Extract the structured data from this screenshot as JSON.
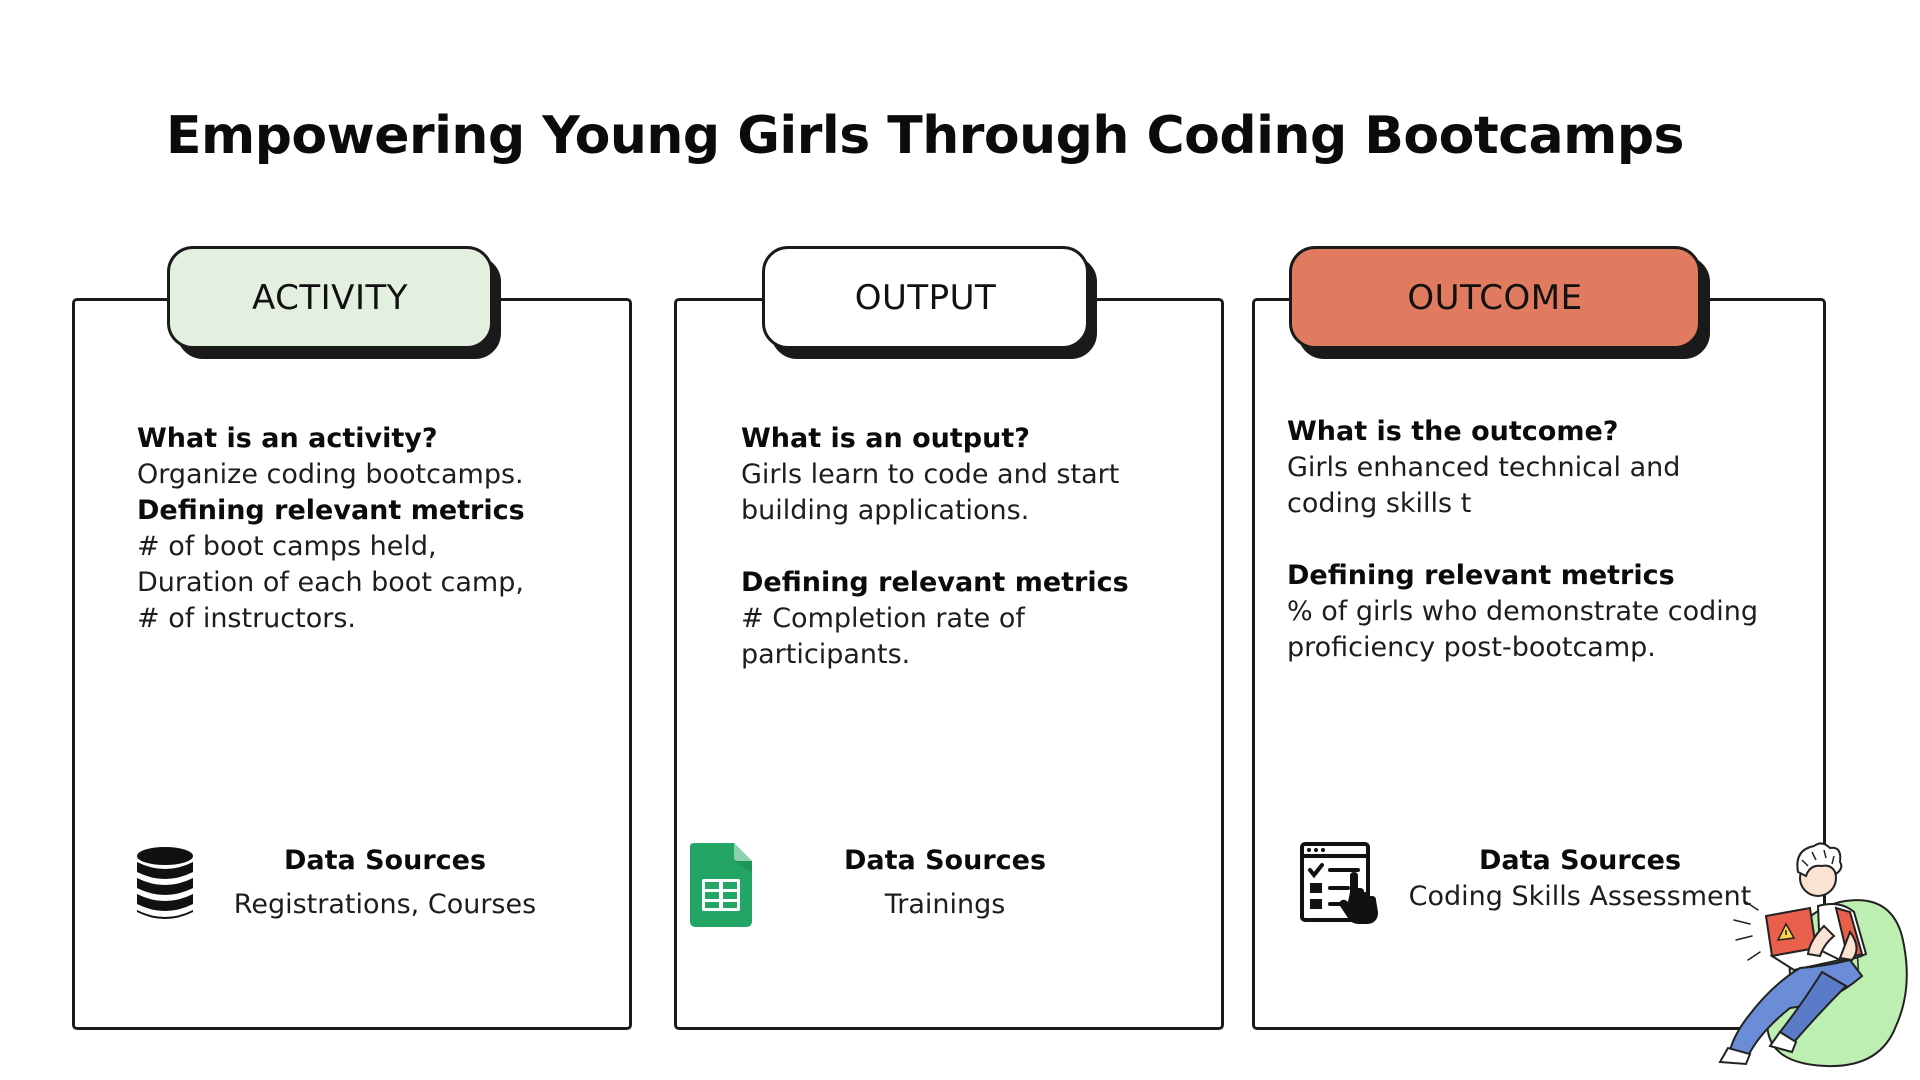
{
  "title": "Empowering Young Girls Through Coding Bootcamps",
  "colors": {
    "activity_tab": "#e4f0df",
    "output_tab": "#ffffff",
    "outcome_tab": "#e07b60",
    "stroke": "#1a1a1a"
  },
  "columns": [
    {
      "tab_label": "ACTIVITY",
      "question": "What is an activity?",
      "answer_lines": [
        "Organize coding bootcamps."
      ],
      "metrics_heading": "Defining relevant metrics",
      "metrics_lines": [
        "#  of boot camps held,",
        "Duration of each boot camp,",
        "# of instructors."
      ],
      "data_sources_heading": "Data Sources",
      "data_sources_value": "Registrations, Courses",
      "icon": "database-icon"
    },
    {
      "tab_label": "OUTPUT",
      "question": "What is an output?",
      "answer_lines": [
        "Girls learn to code and start",
        "building applications."
      ],
      "metrics_heading": "Defining relevant metrics",
      "metrics_lines": [
        "# Completion rate of",
        "participants."
      ],
      "data_sources_heading": "Data Sources",
      "data_sources_value": "Trainings",
      "icon": "spreadsheet-icon"
    },
    {
      "tab_label": "OUTCOME",
      "question": "What is the outcome?",
      "answer_lines": [
        "Girls enhanced technical and",
        "coding skills t"
      ],
      "metrics_heading": "Defining relevant metrics",
      "metrics_lines": [
        "% of  girls who demonstrate coding",
        "proficiency post-bootcamp."
      ],
      "data_sources_heading": "Data Sources",
      "data_sources_value": "Coding Skills Assessment",
      "icon": "checklist-pointer-icon"
    }
  ]
}
